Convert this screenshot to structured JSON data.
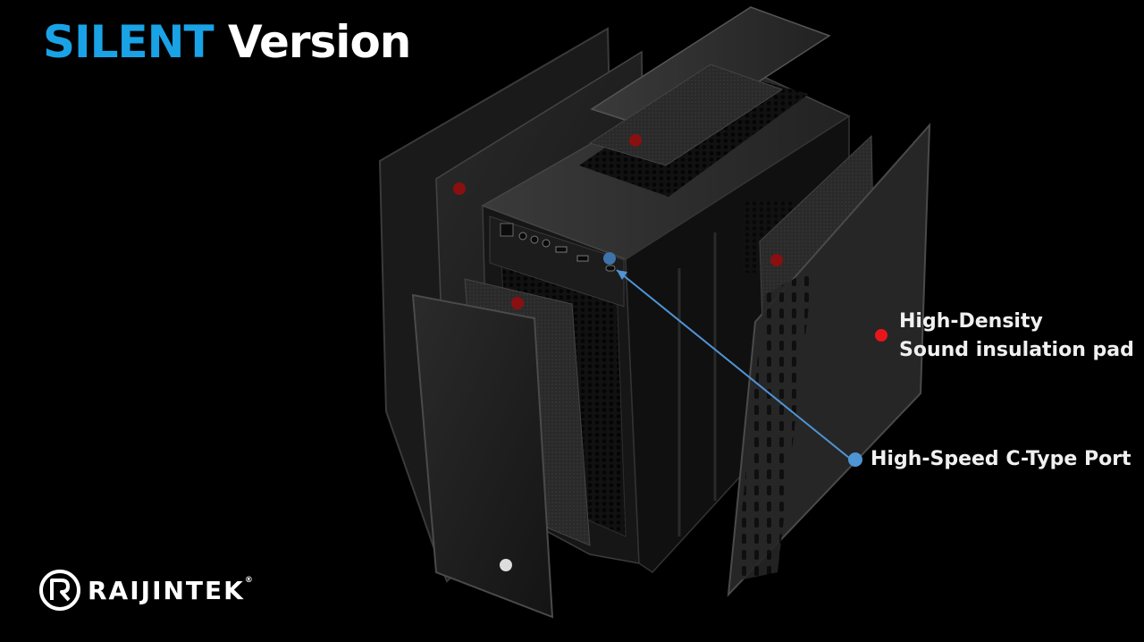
{
  "title": {
    "accent": "SILENT",
    "rest": "Version"
  },
  "callouts": {
    "pad_line1": "High-Density",
    "pad_line2": "Sound insulation pad",
    "port": "High-Speed C-Type Port"
  },
  "brand": {
    "name": "RAIJINTEK",
    "mark": "®"
  },
  "colors": {
    "accent": "#19a3e6",
    "pad_marker": "#e8161b",
    "port_marker": "#4f94d4",
    "background": "#000000"
  },
  "icons": [
    "raijintek-logo-icon"
  ]
}
